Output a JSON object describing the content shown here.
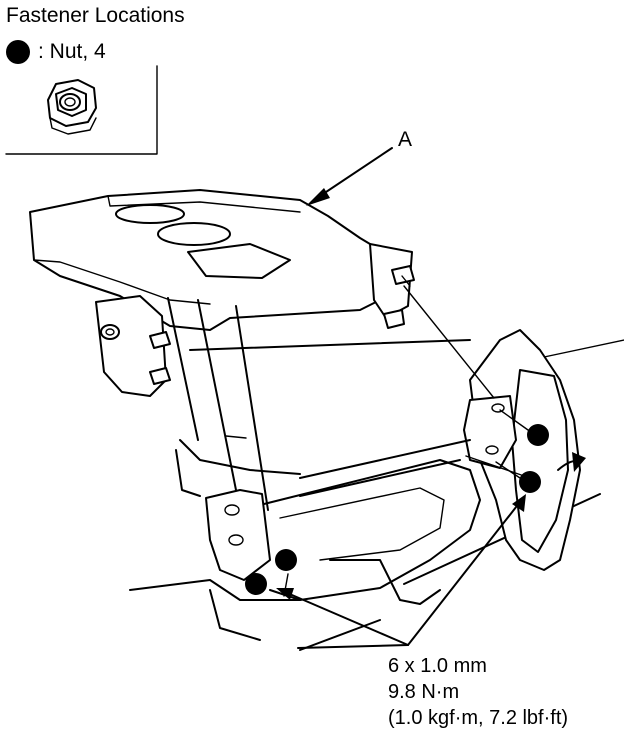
{
  "title": "Fastener Locations",
  "legend": {
    "symbol": "black-dot-icon",
    "text": ": Nut, 4"
  },
  "callout_label": "A",
  "spec": {
    "line1": "6 x 1.0 mm",
    "line2": "9.8 N·m",
    "line3": "(1.0 kgf·m, 7.2 lbf·ft)"
  },
  "colors": {
    "ink": "#000000",
    "paper": "#ffffff"
  }
}
